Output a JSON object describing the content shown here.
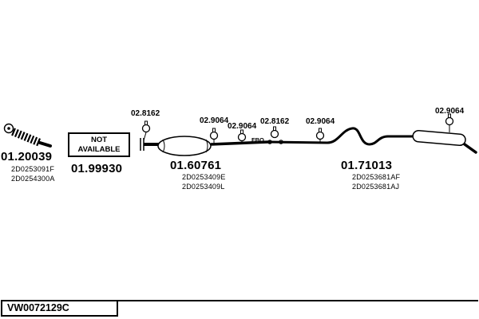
{
  "parts": {
    "front_pipe": {
      "number": "01.20039",
      "code1": "2D0253091F",
      "code2": "2D0254300A"
    },
    "unavailable": {
      "number": "01.99930",
      "box_line1": "NOT",
      "box_line2": "AVAILABLE"
    },
    "center_muffler": {
      "number": "01.60761",
      "code1": "2D0253409E",
      "code2": "2D0253409L"
    },
    "rear_muffler": {
      "number": "01.71013",
      "code1": "2D0253681AF",
      "code2": "2D0253681AJ"
    }
  },
  "clamps": [
    {
      "label": "02.8162"
    },
    {
      "label": "02.9064"
    },
    {
      "label": "02.9064"
    },
    {
      "label": "02.8162"
    },
    {
      "label": "02.9064"
    },
    {
      "label": "02.9064"
    }
  ],
  "annotations": {
    "flow_mark": "FBQ"
  },
  "footer": {
    "reference": "VW0072129C"
  }
}
